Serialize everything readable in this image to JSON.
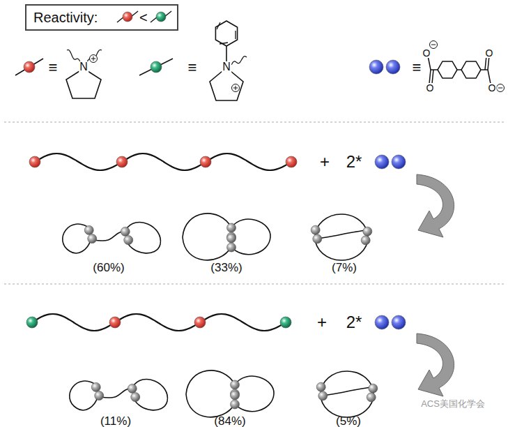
{
  "diagram": {
    "nodes": [
      {
        "text": [
          "Reactivity:",
          "<"
        ]
      }
    ],
    "labels": [
      "≡",
      "N",
      "≡",
      "N",
      "≡",
      "O",
      "O",
      "O",
      "O",
      "+",
      "2*",
      "(60%)",
      "(33%)",
      "(7%)",
      "+",
      "2*",
      "(11%)",
      "(84%)",
      "(5%)",
      "ACS美国化学会"
    ]
  }
}
